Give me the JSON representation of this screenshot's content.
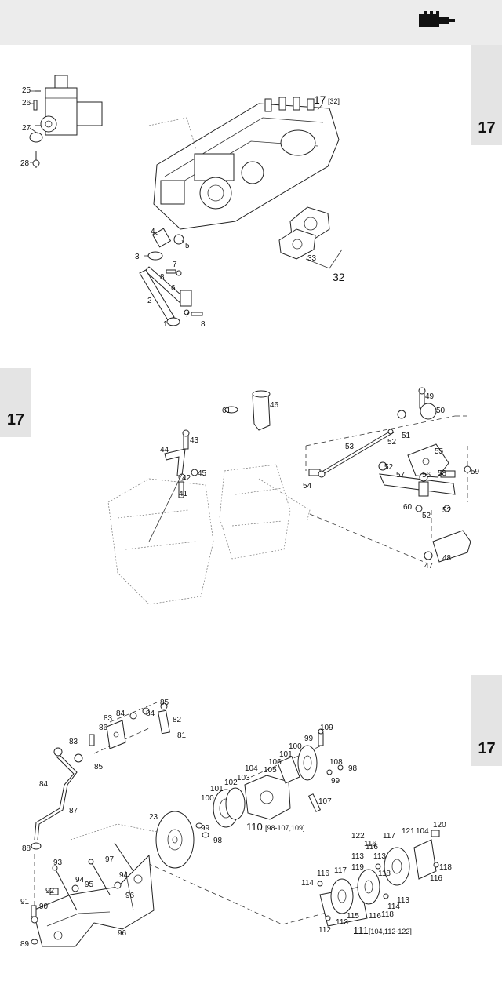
{
  "section_tabs": [
    {
      "id": "tab-top-right",
      "label": "17"
    },
    {
      "id": "tab-middle-left",
      "label": "17"
    },
    {
      "id": "tab-bottom-right",
      "label": "17"
    }
  ],
  "logo_icon": "engine-block-icon",
  "diagram_top": {
    "labels": [
      "25",
      "26",
      "27",
      "28",
      "1",
      "2",
      "3",
      "4",
      "5",
      "6",
      "7",
      "7",
      "8",
      "8",
      "33",
      "32"
    ],
    "group": {
      "number": "17",
      "range": "[32]"
    }
  },
  "diagram_middle": {
    "labels": [
      "41",
      "42",
      "43",
      "44",
      "45",
      "46",
      "61",
      "47",
      "48",
      "49",
      "50",
      "51",
      "52",
      "52",
      "52",
      "52",
      "53",
      "54",
      "55",
      "56",
      "57",
      "58",
      "59",
      "60"
    ]
  },
  "diagram_bottom": {
    "labels": [
      "81",
      "82",
      "83",
      "83",
      "84",
      "84",
      "84",
      "85",
      "85",
      "86",
      "87",
      "88",
      "89",
      "90",
      "91",
      "92",
      "93",
      "94",
      "94",
      "95",
      "96",
      "97",
      "96",
      "98",
      "99",
      "100",
      "101",
      "102",
      "103",
      "104",
      "105",
      "106",
      "99",
      "100",
      "101",
      "108",
      "98",
      "99",
      "107",
      "109",
      "23",
      "112",
      "113",
      "114",
      "115",
      "116",
      "117",
      "118",
      "119",
      "113",
      "116",
      "118",
      "116",
      "114",
      "113",
      "120",
      "121",
      "104",
      "116",
      "117",
      "122",
      "113",
      "116",
      "118"
    ],
    "group_110": {
      "number": "110",
      "range": "[98-107,109]"
    },
    "group_111": {
      "number": "111",
      "range": "[104,112-122]"
    }
  }
}
